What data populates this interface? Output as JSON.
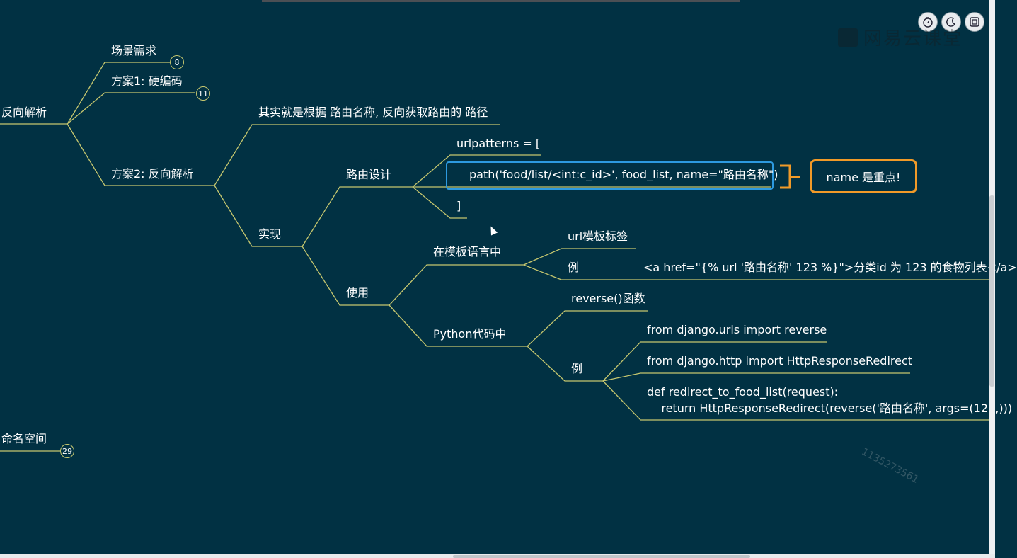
{
  "toolbar": {
    "timer_icon": "stopwatch-icon",
    "theme_icon": "moon-icon",
    "fullscreen_icon": "fullscreen-icon"
  },
  "brand": {
    "name": "网易云课堂"
  },
  "watermark": "1135273561",
  "colors": {
    "background": "#013143",
    "branch": "#c6c76f",
    "selection": "#2d9ae0",
    "callout": "#f19a28"
  },
  "mindmap": {
    "root": "反向解析",
    "scene": {
      "label": "场景需求",
      "badge": "8"
    },
    "plan1": {
      "label": "方案1: 硬编码",
      "badge": "11"
    },
    "plan2": {
      "label": "方案2: 反向解析"
    },
    "essence": "其实就是根据 路由名称, 反向获取路由的 路径",
    "impl": "实现",
    "route_design": "路由设计",
    "urlpatterns_open": "urlpatterns = [",
    "path_line": "path('food/list/<int:c_id>', food_list, name=\"路由名称\")",
    "urlpatterns_close": "]",
    "usage": "使用",
    "in_template": "在模板语言中",
    "url_tag": "url模板标签",
    "template_example_label": "例",
    "template_example": "<a href=\"{% url '路由名称' 123 %}\">分类id 为 123 的食物列表</a>",
    "in_python": "Python代码中",
    "reverse_func": "reverse()函数",
    "python_example_label": "例",
    "import1": "from django.urls import reverse",
    "import2": "from django.http import HttpResponseRedirect",
    "def_line": "def redirect_to_food_list(request):",
    "return_line": "    return HttpResponseRedirect(reverse('路由名称', args=(123,)))",
    "namespace": {
      "label": "命名空间",
      "badge": "29"
    }
  },
  "callout": {
    "text": "name 是重点!"
  }
}
